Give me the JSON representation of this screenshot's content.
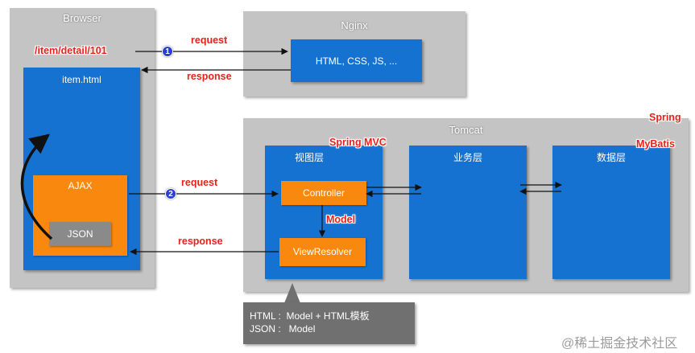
{
  "browser": {
    "title": "Browser",
    "url": "/item/detail/101",
    "page": "item.html",
    "ajax": "AJAX",
    "json": "JSON"
  },
  "nginx": {
    "title": "Nginx",
    "content": "HTML, CSS, JS, ..."
  },
  "tomcat": {
    "title": "Tomcat",
    "spring": "Spring",
    "spring_mvc": "Spring MVC",
    "mybatis": "MyBatis",
    "view_layer": "视图层",
    "service_layer": "业务层",
    "data_layer": "数据层",
    "controller": "Controller",
    "view_resolver": "ViewResolver",
    "model": "Model"
  },
  "flow1": {
    "badge": "1",
    "request": "request",
    "response": "response"
  },
  "flow2": {
    "badge": "2",
    "request": "request",
    "response": "response"
  },
  "callout": {
    "line1": "HTML :  Model + HTML模板",
    "line2": "JSON :   Model"
  },
  "watermark": "@稀土掘金技术社区"
}
